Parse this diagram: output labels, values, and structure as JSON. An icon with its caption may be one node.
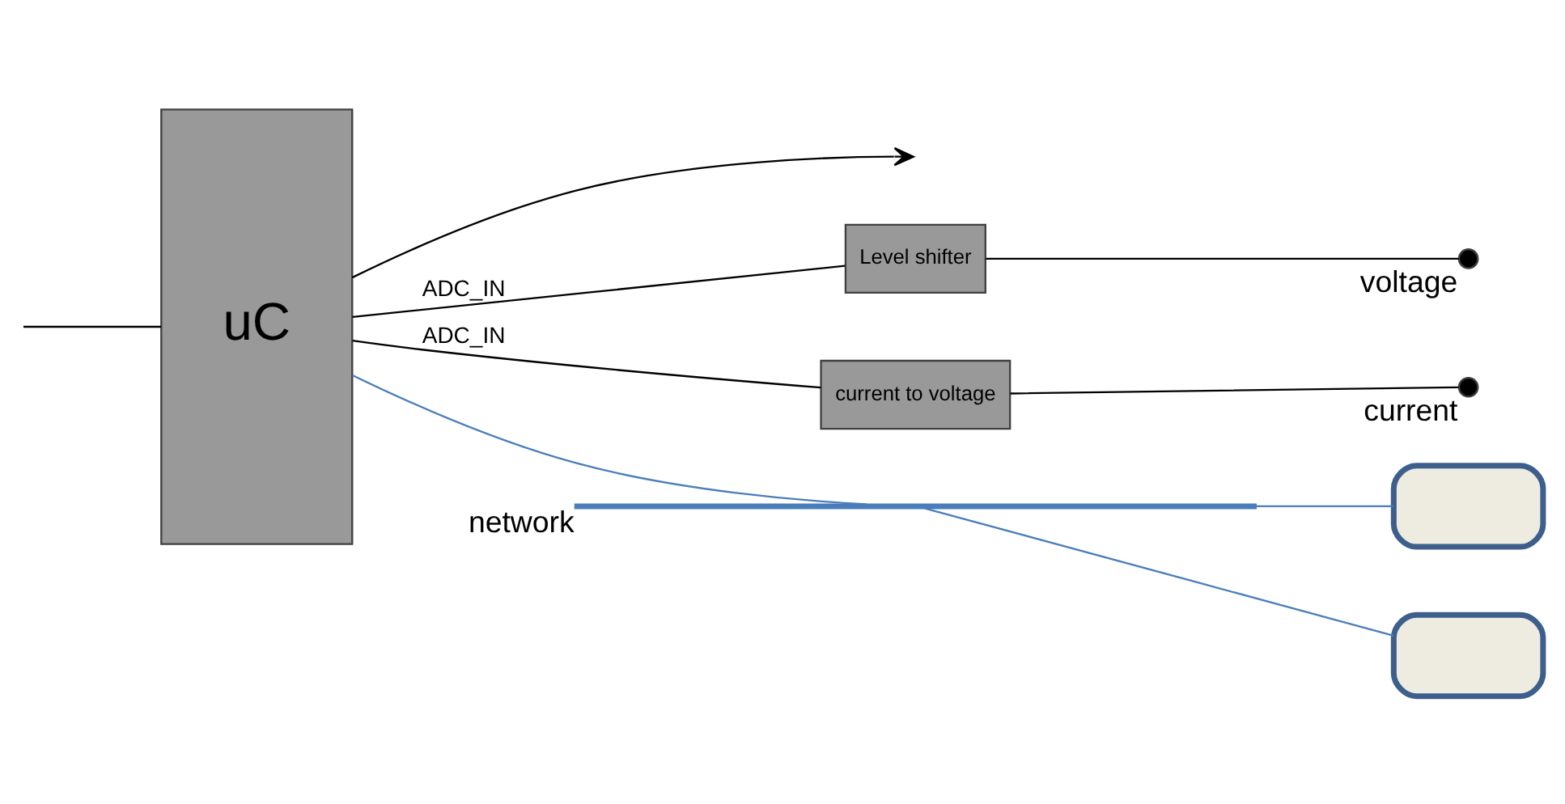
{
  "diagram": {
    "nodes": [
      {
        "text": [
          "uC"
        ]
      },
      {
        "text": [
          "Level shifter"
        ]
      },
      {
        "text": [
          "current to voltage"
        ]
      },
      {
        "text": [],
        "shape": "circle",
        "beside": [
          "voltage"
        ]
      },
      {
        "text": [],
        "shape": "circle",
        "beside": [
          "current"
        ]
      },
      {
        "text": [],
        "shape": "bar",
        "beside": [
          "network"
        ]
      },
      {
        "text": [],
        "shape": "box"
      },
      {
        "text": [],
        "shape": "box"
      }
    ],
    "edges": [
      {
        "from": 0,
        "to": 1,
        "arrow": "none",
        "label": "ADC_IN"
      },
      {
        "from": 1,
        "to": 3,
        "arrow": "none"
      },
      {
        "from": 0,
        "to": 2,
        "arrow": "none",
        "label": "ADC_IN"
      },
      {
        "from": 2,
        "to": 4,
        "arrow": "none"
      },
      {
        "from": 0,
        "to": 5,
        "arrow": "none",
        "color": "#4a7ebb"
      },
      {
        "from": 5,
        "to": 6,
        "arrow": "none",
        "color": "#4a7ebb"
      },
      {
        "from": 5,
        "to": 7,
        "arrow": "none",
        "color": "#4a7ebb"
      },
      {
        "from": 0,
        "to": null,
        "arrow": "to"
      },
      {
        "from": null,
        "to": 0,
        "arrow": "none"
      }
    ]
  }
}
